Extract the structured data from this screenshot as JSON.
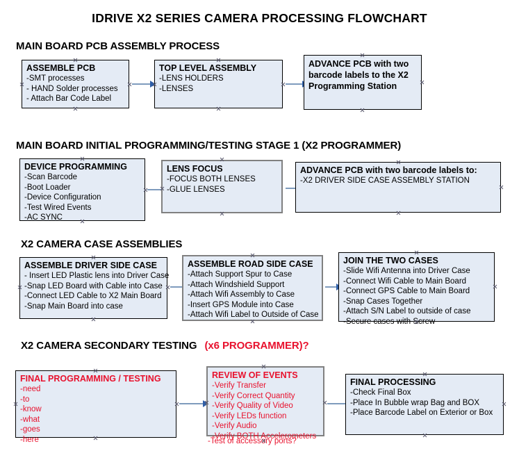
{
  "title": "IDRIVE X2  SERIES CAMERA PROCESSING FLOWCHART",
  "colors": {
    "box_fill": "#e4ebf5",
    "box_border_black": "#000000",
    "box_border_grey": "#808080",
    "accent_red": "#e8112d",
    "arrow_shaft": "#7e9bbd",
    "arrow_head": "#2f5fa8",
    "text": "#000000"
  },
  "sections": [
    {
      "header": "MAIN BOARD PCB ASSEMBLY PROCESS",
      "header_accent": "",
      "nodes": [
        {
          "title": "ASSEMBLE PCB",
          "lines": [
            "-SMT processes",
            "- HAND Solder processes",
            "- Attach Bar Code Label"
          ]
        },
        {
          "title": "TOP LEVEL ASSEMBLY",
          "lines": [
            "-LENS HOLDERS",
            "-LENSES"
          ]
        },
        {
          "title": "ADVANCE PCB with two barcode labels to the  X2 Programming Station",
          "lines": []
        }
      ]
    },
    {
      "header": "MAIN BOARD INITIAL PROGRAMMING/TESTING STAGE 1 (X2 PROGRAMMER)",
      "header_accent": "",
      "nodes": [
        {
          "title": "DEVICE PROGRAMMING",
          "lines": [
            "-Scan Barcode",
            "-Boot Loader",
            "-Device Configuration",
            "-Test Wired Events",
            "-AC SYNC"
          ]
        },
        {
          "title": "LENS FOCUS",
          "lines": [
            "-FOCUS BOTH LENSES",
            "-GLUE LENSES"
          ]
        },
        {
          "title": "ADVANCE PCB with two barcode labels to:",
          "lines": [
            "-X2 DRIVER  SIDE  CASE  ASSEMBLY STATION"
          ]
        }
      ]
    },
    {
      "header": "X2 CAMERA CASE ASSEMBLIES",
      "header_accent": "",
      "nodes": [
        {
          "title": "ASSEMBLE DRIVER SIDE CASE",
          "lines": [
            "- Insert LED Plastic lens into Driver Case",
            "-Snap LED Board with Cable into Case",
            "-Connect LED Cable to X2 Main Board",
            "-Snap Main Board into case"
          ]
        },
        {
          "title": "ASSEMBLE ROAD SIDE CASE",
          "lines": [
            "-Attach Support Spur to Case",
            "-Attach Windshield Support",
            "-Attach Wifi Assembly to Case",
            "-Insert GPS Module into Case",
            "-Attach Wifi Label to Outside of Case"
          ]
        },
        {
          "title": "JOIN THE TWO CASES",
          "lines": [
            "-Slide Wifi Antenna into Driver Case",
            "-Connect Wifi Cable to Main Board",
            "-Connect GPS Cable to Main Board",
            "-Snap Cases Together",
            "-Attach S/N Label to outside of case",
            "-Secure cases with Screw"
          ]
        }
      ]
    },
    {
      "header": "X2 CAMERA SECONDARY TESTING",
      "header_accent": "(x6 PROGRAMMER)?",
      "nodes": [
        {
          "title": "FINAL PROGRAMMING / TESTING",
          "lines": [
            "-need",
            "-to",
            "-know",
            "-what",
            "-goes",
            "-here"
          ]
        },
        {
          "title": "REVIEW OF EVENTS",
          "lines": [
            "-Verify Transfer",
            "-Verify Correct Quantity",
            "-Verify Quality of Video",
            "-Verify LEDs function",
            "-Verify Audio",
            "-Verify BOTH Accelerometers"
          ],
          "overflow_line": "-Test of accessory ports?"
        },
        {
          "title": "FINAL PROCESSING",
          "lines": [
            " -Check Final Box",
            "-Place In Bubble wrap Bag and BOX",
            "-Place Barcode Label on Exterior or Box"
          ]
        }
      ]
    }
  ]
}
